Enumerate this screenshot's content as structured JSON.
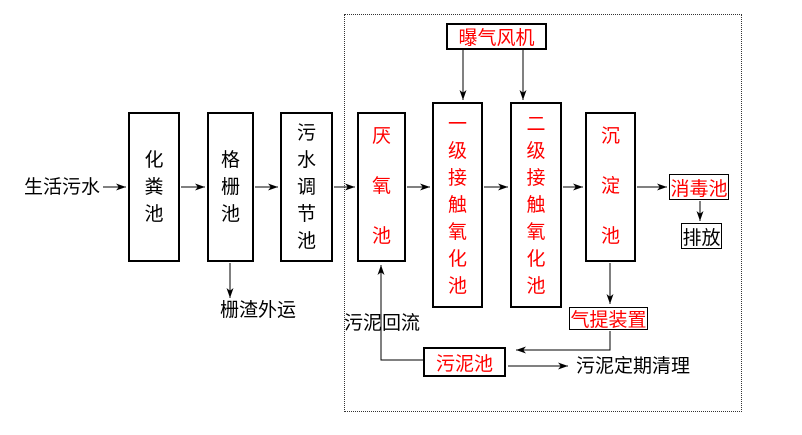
{
  "diagram": {
    "type": "process-flowchart",
    "subject": "sewage treatment process",
    "colors": {
      "highlight": "#ff0000",
      "line": "#000000",
      "text": "#000000",
      "background": "#ffffff"
    },
    "nodes": {
      "source": "生活污水",
      "septic_tank": "化粪池",
      "screen_tank": "格栅池",
      "regulating_tank": "污水调节池",
      "anaerobic_tank": "厌氧池",
      "primary_contact_oxidation_tank": "一级接触氧化池",
      "secondary_contact_oxidation_tank": "二级接触氧化池",
      "sedimentation_tank": "沉淀池",
      "disinfection_tank": "消毒池",
      "discharge": "排放",
      "aeration_blower": "曝气风机",
      "sludge_tank": "污泥池",
      "air_lift_device": "气提装置"
    },
    "labels": {
      "screen_residue_out": "栅渣外运",
      "sludge_return": "污泥回流",
      "sludge_periodic_cleaning": "污泥定期清理"
    }
  }
}
